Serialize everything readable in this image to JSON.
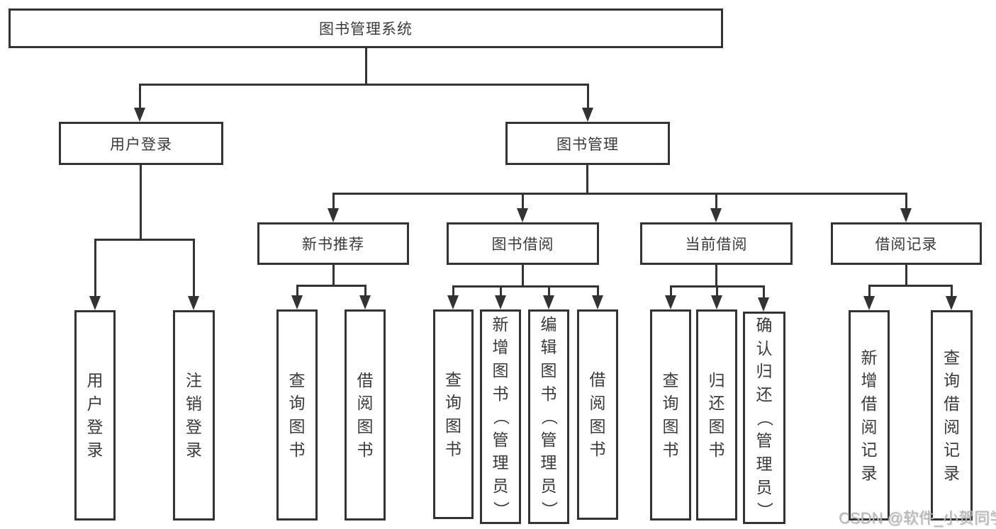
{
  "diagram": {
    "title": "图书管理系统",
    "watermark": "CSDN @软件_小贺同学",
    "colors": {
      "line": "#333333",
      "text": "#3a3a3a",
      "background": "#ffffff",
      "watermark": "#b9b9b9"
    }
  },
  "root": {
    "label": "图书管理系统"
  },
  "level2": [
    {
      "label": "用户登录"
    },
    {
      "label": "图书管理"
    }
  ],
  "level3": [
    {
      "label": "新书推荐"
    },
    {
      "label": "图书借阅"
    },
    {
      "label": "当前借阅"
    },
    {
      "label": "借阅记录"
    }
  ],
  "leaves": {
    "login": [
      "用户登录",
      "注销登录"
    ],
    "rec": [
      "查询图书",
      "借阅图书"
    ],
    "borrow": [
      "查询图书",
      "新增图书（管理员）",
      "编辑图书（管理员）",
      "借阅图书"
    ],
    "current": [
      "查询图书",
      "归还图书",
      "确认归还（管理员）"
    ],
    "records": [
      "新增借阅记录",
      "查询借阅记录"
    ]
  }
}
